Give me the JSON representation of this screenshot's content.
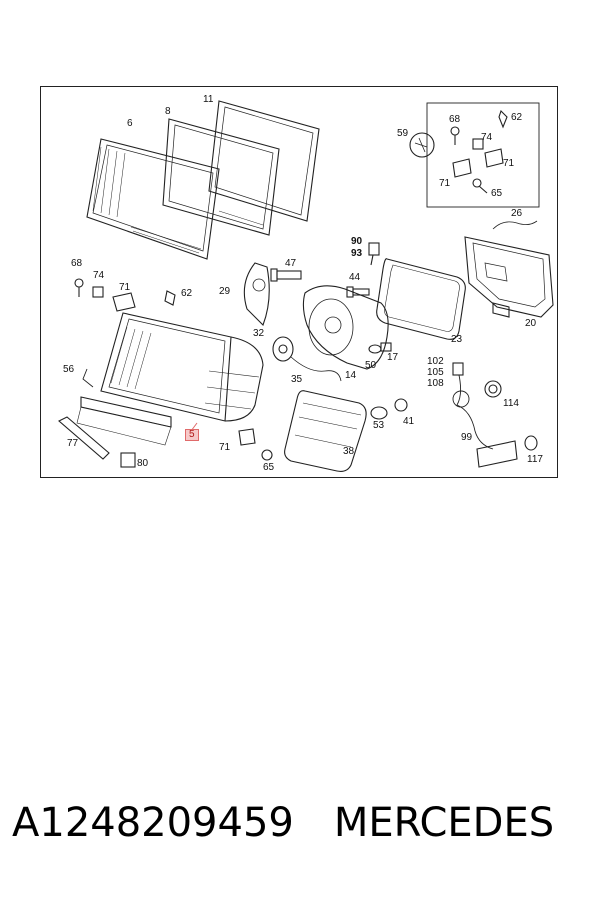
{
  "callouts": {
    "c6": "6",
    "c8": "8",
    "c11": "11",
    "c59": "59",
    "c68t": "68",
    "c74t": "74",
    "c62t": "62",
    "c71t": "71",
    "c71t2": "71",
    "c65t": "65",
    "c26": "26",
    "c90": "90",
    "c93": "93",
    "c68": "68",
    "c74": "74",
    "c71": "71",
    "c62": "62",
    "c47": "47",
    "c29": "29",
    "c44": "44",
    "c23": "23",
    "c20": "20",
    "c32": "32",
    "c35": "35",
    "c14": "14",
    "c50": "50",
    "c17": "17",
    "c56": "56",
    "c5": "5",
    "c102": "102",
    "c105": "105",
    "c108": "108",
    "c114": "114",
    "c53": "53",
    "c41": "41",
    "c38": "38",
    "c77": "77",
    "c80": "80",
    "c71b": "71",
    "c65b": "65",
    "c99": "99",
    "c117": "117"
  },
  "footer": {
    "part_number": "A1248209459",
    "brand": "MERCEDES"
  }
}
